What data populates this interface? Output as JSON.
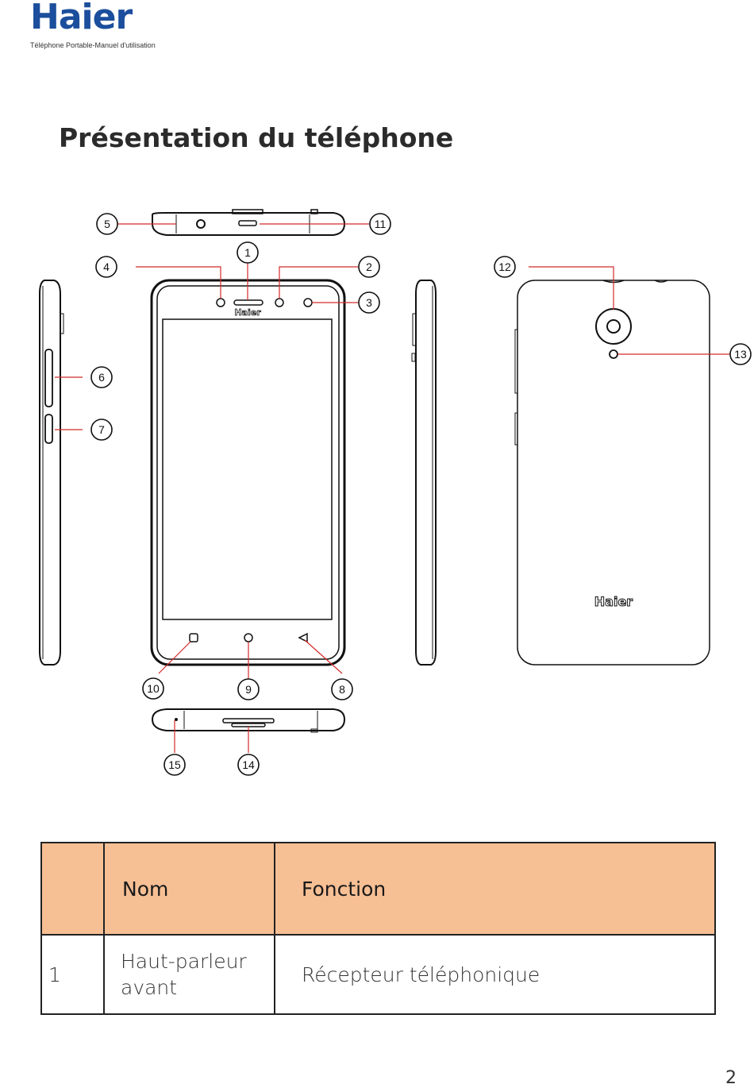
{
  "header": {
    "brand": "Haier",
    "subtitle": "Téléphone Portable-Manuel d'utilisation"
  },
  "section": {
    "title": "Présentation du téléphone"
  },
  "diagram": {
    "phone_logo": "Haier",
    "callouts": [
      "1",
      "2",
      "3",
      "4",
      "5",
      "6",
      "7",
      "8",
      "9",
      "10",
      "11",
      "12",
      "13",
      "14",
      "15"
    ]
  },
  "table": {
    "headers": [
      "",
      "Nom",
      "Fonction"
    ],
    "rows": [
      {
        "num": "1",
        "name": "Haut-parleur avant",
        "function": "Récepteur téléphonique"
      }
    ]
  },
  "page_number": "2",
  "colors": {
    "brand": "#1b4e9c",
    "table_header": "#f7bf94",
    "leader_lines": "#d42a2a"
  }
}
